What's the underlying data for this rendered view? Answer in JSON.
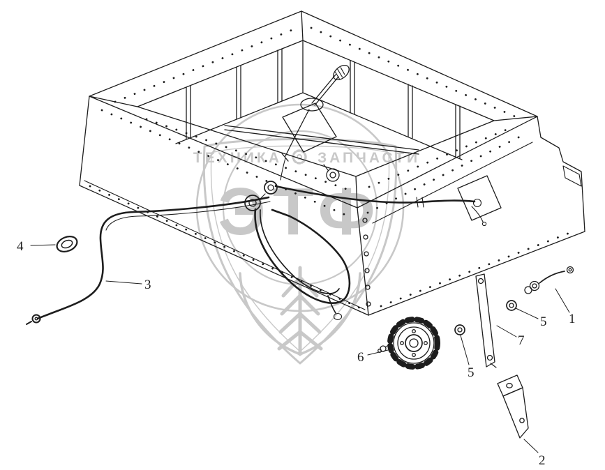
{
  "colors": {
    "background": "#ffffff",
    "line": "#1d1d1d",
    "watermark": "#c8c8c8"
  },
  "diagram": {
    "callouts": [
      {
        "id": "1",
        "label": "1"
      },
      {
        "id": "2",
        "label": "2"
      },
      {
        "id": "3",
        "label": "3"
      },
      {
        "id": "4",
        "label": "4"
      },
      {
        "id": "5a",
        "label": "5"
      },
      {
        "id": "5b",
        "label": "5"
      },
      {
        "id": "6",
        "label": "6"
      },
      {
        "id": "7",
        "label": "7"
      }
    ],
    "watermark": {
      "left": "ТЕХНИКА",
      "right": "ЗАПЧАСТИ",
      "center": "ЭТФ"
    }
  }
}
